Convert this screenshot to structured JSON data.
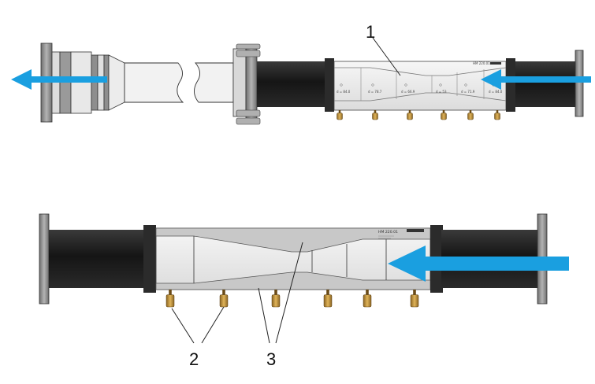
{
  "callouts": {
    "one": "1",
    "two": "2",
    "three": "3"
  },
  "top_venturi": {
    "model_label": "HM 220.01",
    "diameter_labels": [
      "d = 84.0",
      "d = 78.7",
      "d = 66.9",
      "d = 53",
      "d = 71.9",
      "d = 84.0"
    ]
  },
  "bottom_venturi": {
    "model_label": "HM 220.01"
  },
  "colors": {
    "flow_arrow": "#1a9fe0",
    "rubber": "#1c1c1c",
    "tube_body": "#e6e6e6",
    "nozzle_brass": "#c79a3a",
    "flange": "#8c8c8c"
  }
}
